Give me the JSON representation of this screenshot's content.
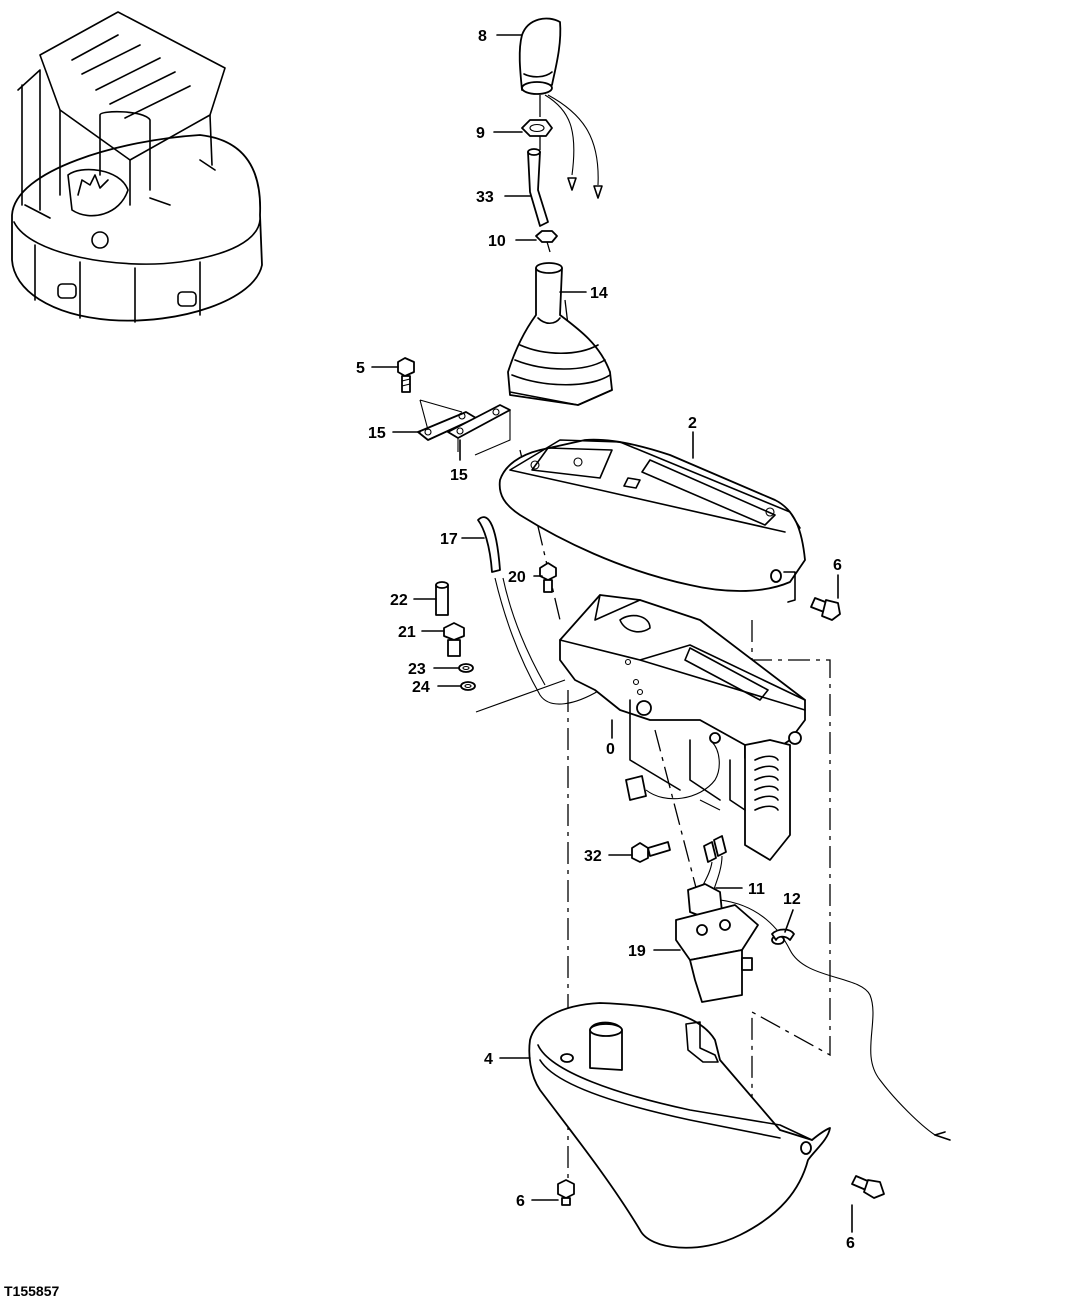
{
  "figure_ref": "T155857",
  "callouts": {
    "c8": "8",
    "c9": "9",
    "c33": "33",
    "c10": "10",
    "c14": "14",
    "c5": "5",
    "c15a": "15",
    "c15b": "15",
    "c2": "2",
    "c17": "17",
    "c20": "20",
    "c22": "22",
    "c21": "21",
    "c23": "23",
    "c24": "24",
    "c6a": "6",
    "c0": "0",
    "c32": "32",
    "c11": "11",
    "c12": "12",
    "c19": "19",
    "c4": "4",
    "c6b": "6",
    "c6c": "6"
  }
}
